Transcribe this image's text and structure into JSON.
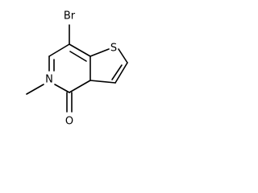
{
  "molecule": {
    "atoms": {
      "bromine": "Br",
      "sulfur": "S",
      "nitrogen": "N",
      "oxygen": "O"
    }
  }
}
